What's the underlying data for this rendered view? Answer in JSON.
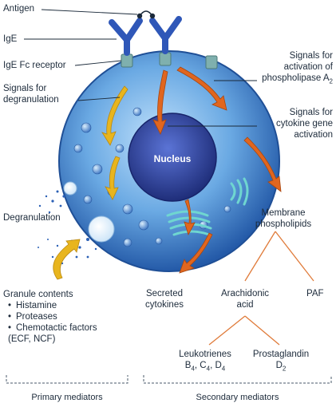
{
  "labels": {
    "antigen": "Antigen",
    "ige": "IgE",
    "ige_fc_receptor": "IgE Fc receptor",
    "signals_degranulation": [
      "Signals for",
      "degranulation"
    ],
    "signals_phospholipase": [
      "Signals for",
      "activation of",
      "phospholipase A"
    ],
    "phospholipase_sub": "2",
    "signals_cytokine": [
      "Signals for",
      "cytokine gene",
      "activation"
    ],
    "nucleus": "Nucleus",
    "degranulation": "Degranulation",
    "membrane_phospholipids": [
      "Membrane",
      "phospholipids"
    ],
    "granule_contents": "Granule contents",
    "granule_items": [
      "Histamine",
      "Proteases",
      "Chemotactic factors"
    ],
    "granule_items_extra": "(ECF, NCF)",
    "secreted_cytokines": [
      "Secreted",
      "cytokines"
    ],
    "arachidonic_acid": [
      "Arachidonic",
      "acid"
    ],
    "paf": "PAF",
    "leukotrienes": "Leukotrienes",
    "leukotrienes_b": "B",
    "leukotrienes_b_sub": "4",
    "leukotrienes_c": "C",
    "leukotrienes_c_sub": "4",
    "leukotrienes_d": "D",
    "leukotrienes_d_sub": "4",
    "prostaglandin": "Prostaglandin",
    "prostaglandin_d": "D",
    "prostaglandin_sub": "2",
    "primary_mediators": "Primary mediators",
    "secondary_mediators": "Secondary mediators"
  },
  "colors": {
    "cell_outer": "#2f6fbf",
    "cell_inner": "#8ec3ef",
    "nucleus": "#2a3f93",
    "antibody": "#2f57b8",
    "receptor": "#78a7a6",
    "arrow_orange": "#e0661f",
    "arrow_yellow": "#e8b51e",
    "leader": "#1b2a3a",
    "mediator_line": "#e07b3a"
  }
}
